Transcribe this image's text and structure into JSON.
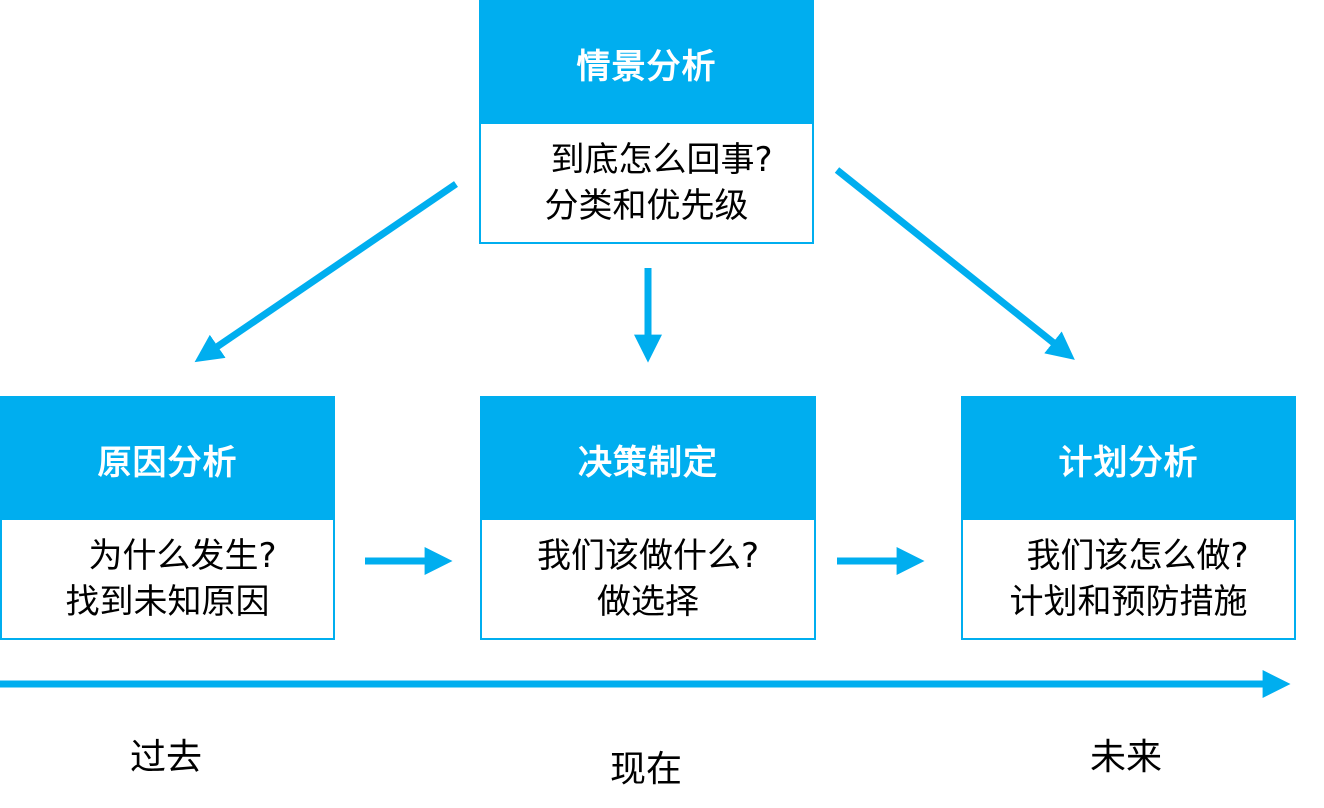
{
  "colors": {
    "accent": "#00aeef",
    "header_text": "#ffffff",
    "body_text": "#000000"
  },
  "boxes": {
    "situation": {
      "title": "情景分析",
      "line1": "到底怎么回事?",
      "line2": "分类和优先级"
    },
    "cause": {
      "title": "原因分析",
      "line1": "为什么发生?",
      "line2": "找到未知原因"
    },
    "decision": {
      "title": "决策制定",
      "line1": "我们该做什么?",
      "line2": "做选择"
    },
    "plan": {
      "title": "计划分析",
      "line1": "我们该怎么做?",
      "line2": "计划和预防措施"
    }
  },
  "timeline": {
    "past": "过去",
    "present": "现在",
    "future": "未来"
  }
}
